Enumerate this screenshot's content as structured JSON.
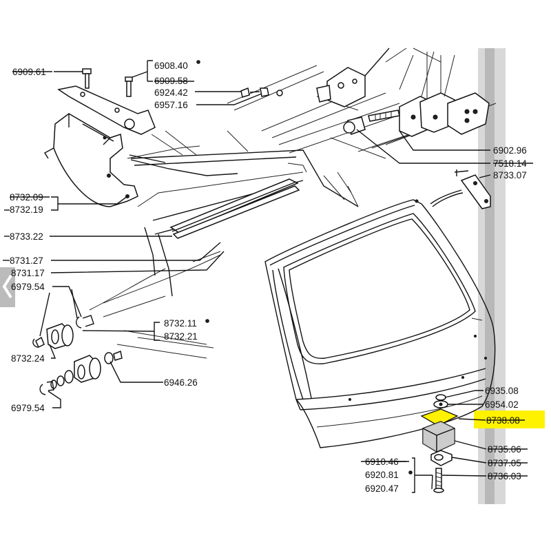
{
  "diagram": {
    "highlight_color": "#fff200",
    "labels": {
      "l6909_61": "6909.61",
      "l6908_40": "6908.40",
      "l6909_58": "6909.58",
      "l6924_42": "6924.42",
      "l6957_16": "6957.16",
      "l8732_09": "8732.09",
      "l8732_19": "8732.19",
      "l8733_22": "8733.22",
      "l8731_27": "8731.27",
      "l8731_17": "8731.17",
      "l6979_54_top": "6979.54",
      "l8732_11": "8732.11",
      "l8732_21": "8732.21",
      "l8732_24": "8732.24",
      "l6946_26": "6946.26",
      "l6979_54_bot": "6979.54",
      "l6902_96": "6902.96",
      "l7518_14": "7518.14",
      "l8733_07": "8733.07",
      "l6935_08": "6935.08",
      "l6954_02": "6954.02",
      "l8738_08": "8738.08",
      "l8735_06": "8735.06",
      "l8737_05": "8737.05",
      "l8736_03": "8736.03",
      "l6910_46": "6910.46",
      "l6920_81": "6920.81",
      "l6920_47": "6920.47"
    }
  }
}
